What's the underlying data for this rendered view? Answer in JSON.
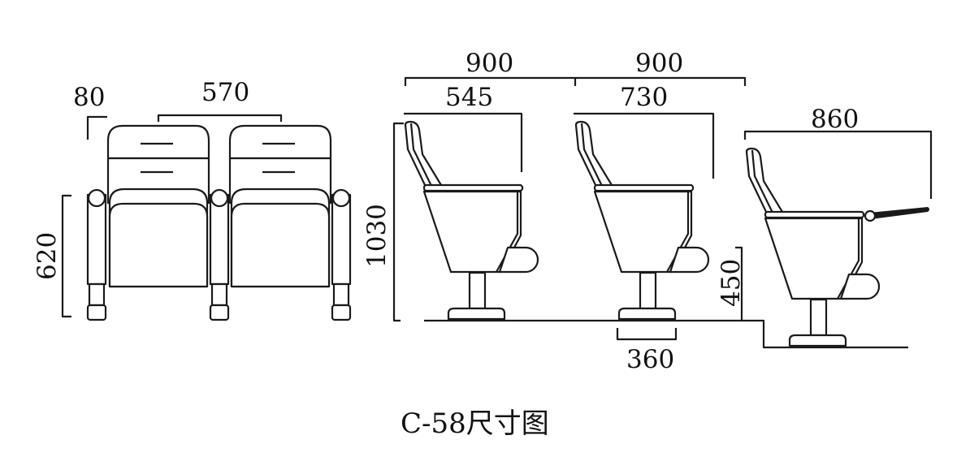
{
  "title": "C-58尺寸图",
  "front_view": {
    "dims": {
      "armrest_width": "80",
      "seat_pitch_width": "570",
      "height": "620"
    }
  },
  "side_view": {
    "dims": {
      "row_spacing_1": "900",
      "row_spacing_2": "900",
      "chair_depth_folded": "545",
      "chair_depth_open": "730",
      "chair_depth_tablet": "860",
      "total_height": "1030",
      "step_height": "450",
      "base_width": "360"
    }
  }
}
